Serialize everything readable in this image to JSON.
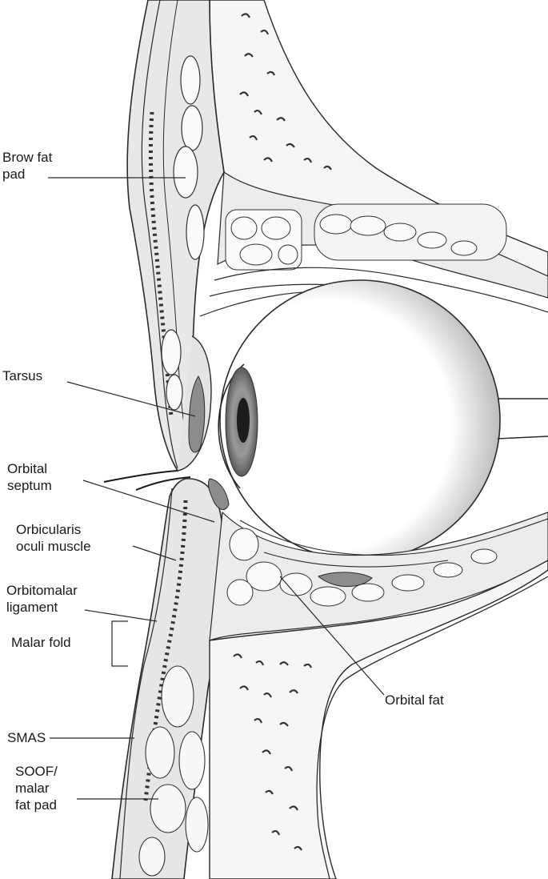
{
  "labels": {
    "brow_fat_pad": [
      "Brow fat",
      "pad"
    ],
    "tarsus": [
      "Tarsus"
    ],
    "orbital_septum": [
      "Orbital",
      "septum"
    ],
    "orbicularis_oculi_muscle": [
      "Orbicularis",
      "oculi muscle"
    ],
    "orbitomalar_ligament": [
      "Orbitomalar",
      "ligament"
    ],
    "malar_fold": [
      "Malar fold"
    ],
    "smas": [
      "SMAS"
    ],
    "soof_malar_fat_pad": [
      "SOOF/",
      "malar",
      "fat pad"
    ],
    "orbital_fat": [
      "Orbital fat"
    ]
  },
  "colors": {
    "line": "#2a2a2a",
    "tissue": "#e6e6e6",
    "bone": "#f4f4f4",
    "eye_shade": "#cfcfcf",
    "iris": "#8a8a8a",
    "pupil": "#1c1c1c"
  }
}
